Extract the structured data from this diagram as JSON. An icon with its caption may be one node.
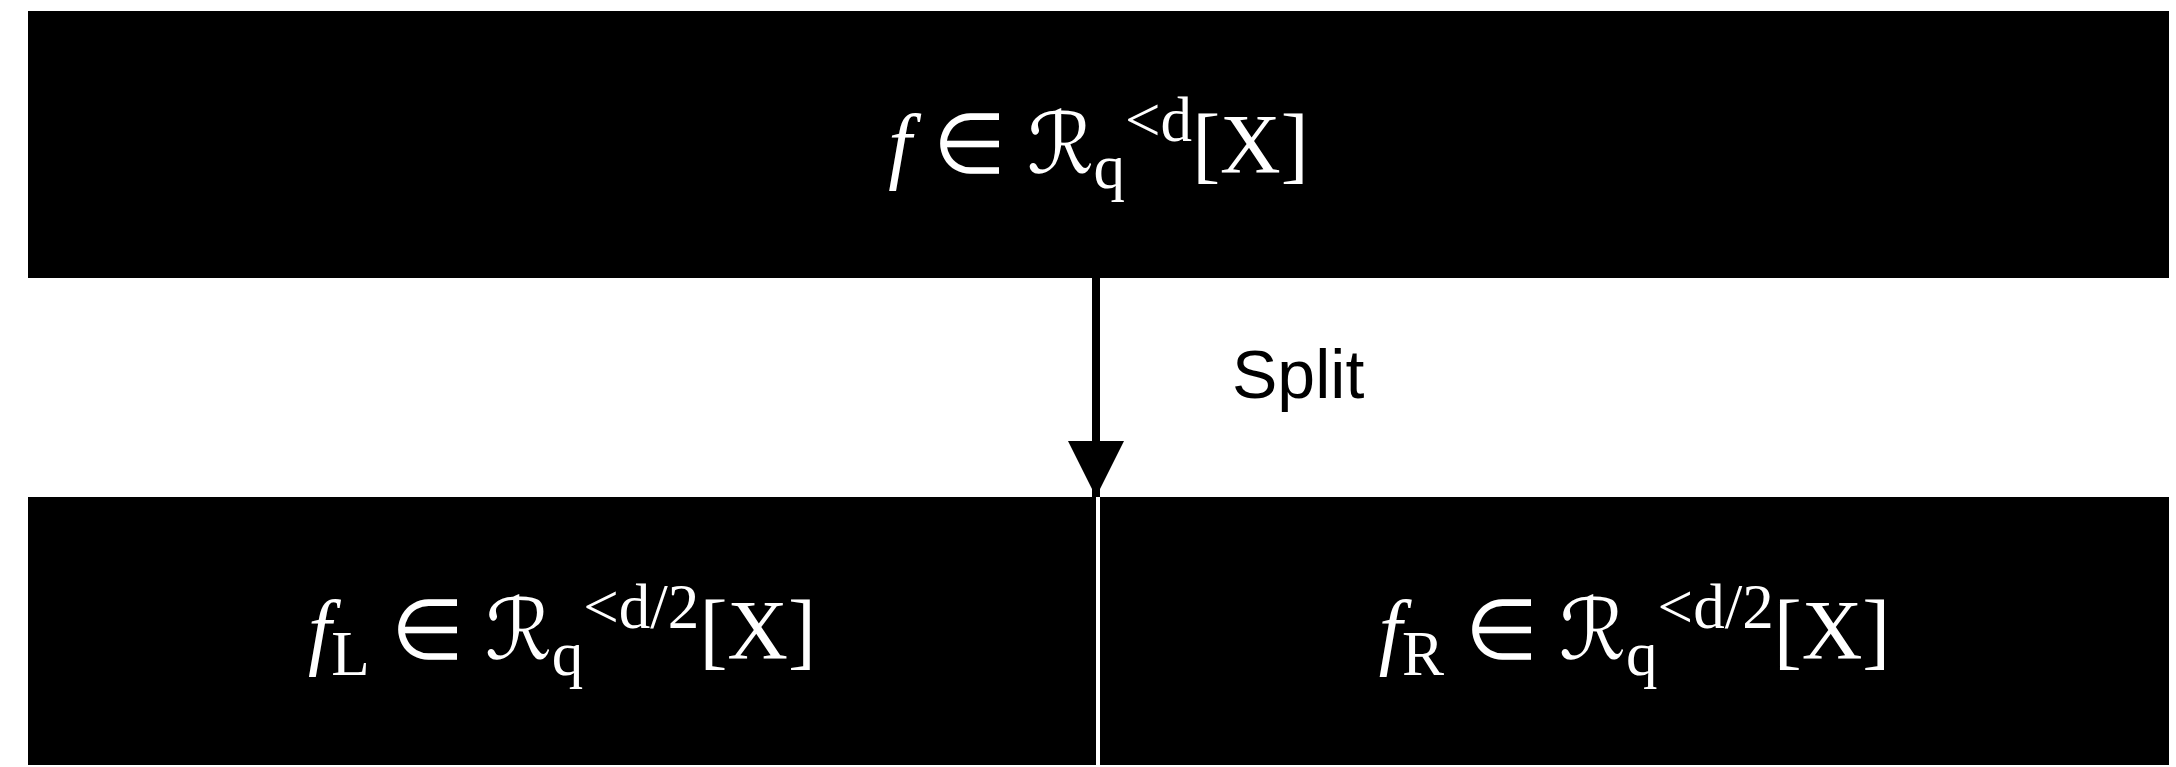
{
  "diagram": {
    "nodes": [
      {
        "text": [
          "*f* ∈ ℛ$_{q}$$^{<d}$[X]"
        ]
      },
      {
        "text": [
          "*f*$_{L}$ ∈ ℛ$_{q}$$^{<d/2}$[X]"
        ]
      },
      {
        "text": [
          "*f*$_{R}$ ∈ ℛ$_{q}$$^{<d/2}$[X]"
        ]
      }
    ],
    "edges": [
      {
        "from": 0,
        "to": 1,
        "arrow": "to",
        "label": "Split"
      }
    ]
  }
}
